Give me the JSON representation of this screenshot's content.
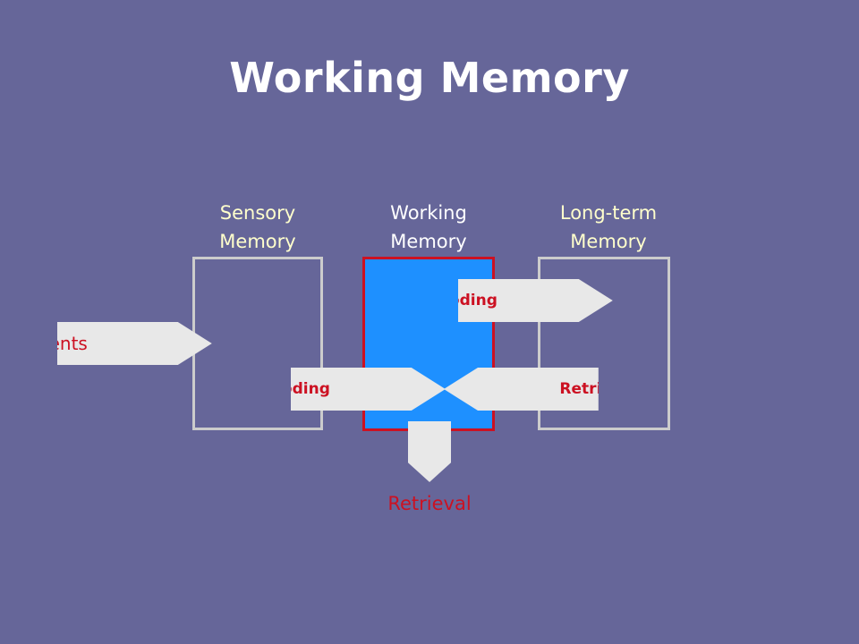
{
  "title": "Working Memory",
  "columns": [
    {
      "line1": "Sensory",
      "line2": "Memory"
    },
    {
      "line1": "Working",
      "line2": "Memory"
    },
    {
      "line1": "Long-term",
      "line2": "Memory"
    }
  ],
  "arrows": {
    "events": "Events",
    "encoding_to_longterm": "Encoding",
    "encoding_to_working": "Encoding",
    "retrieval_from_longterm": "Retrieval",
    "retrieval_output": "Retrieval"
  },
  "colors": {
    "background": "#666699",
    "sensory_label": "#ffffcc",
    "working_label": "#ffffff",
    "longterm_label": "#ffffcc",
    "working_box_fill": "#1e90ff",
    "working_box_border": "#cc1122",
    "box_border": "#cccccc",
    "arrow_fill": "#e8e8e8",
    "arrow_text": "#cc1122"
  }
}
